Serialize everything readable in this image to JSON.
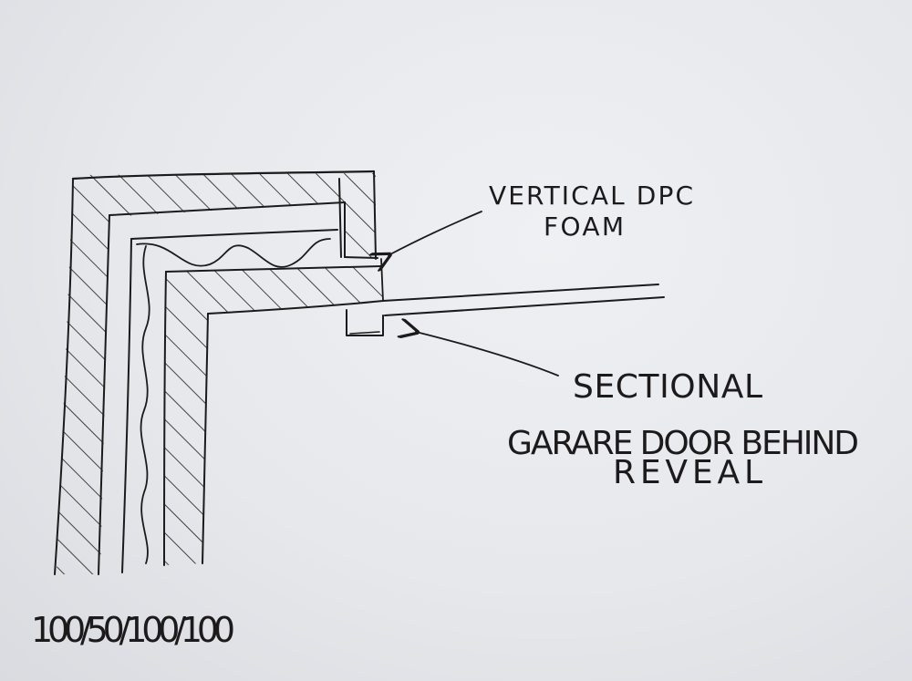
{
  "labels": {
    "dpc_line1": "VERTICAL DPC",
    "dpc_line2": "FOAM",
    "door_line1": "SECTIONAL",
    "door_line2": "GARARE DOOR BEHIND",
    "door_line3": "REVEAL",
    "dimensions": "100/50/100/100"
  },
  "colors": {
    "ink": "#1c1a1a",
    "paper": "#e6e8ec"
  }
}
